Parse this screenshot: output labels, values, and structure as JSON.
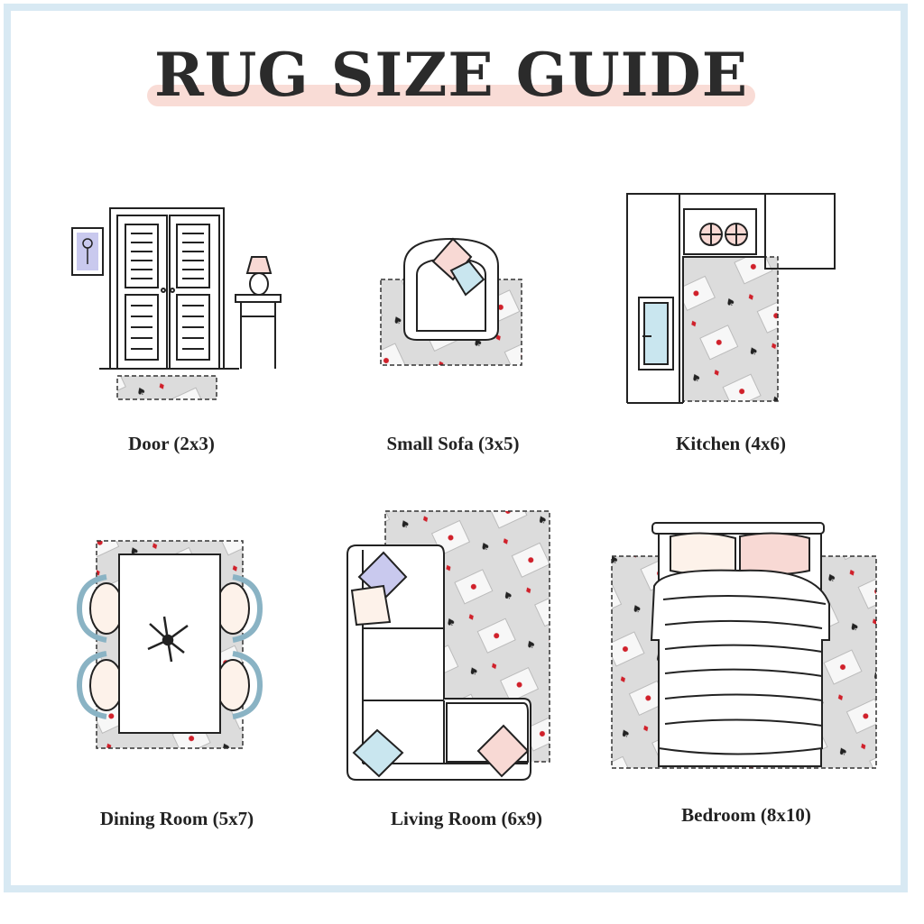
{
  "title": "RUG SIZE GUIDE",
  "colors": {
    "frame": "#d8e9f3",
    "highlight": "#f9dcd6",
    "rug": "#dcdcdc",
    "pillow_blue": "#c9e6ef",
    "pillow_pink": "#f8d9d4",
    "pillow_lavender": "#c9c9ee",
    "accent_red": "#d0202a"
  },
  "rooms": [
    {
      "label": "Door (2x3)",
      "icon": "door-icon"
    },
    {
      "label": "Small Sofa (3x5)",
      "icon": "armchair-icon"
    },
    {
      "label": "Kitchen (4x6)",
      "icon": "kitchen-icon"
    },
    {
      "label": "Dining Room (5x7)",
      "icon": "dining-table-icon"
    },
    {
      "label": "Living Room (6x9)",
      "icon": "sectional-sofa-icon"
    },
    {
      "label": "Bedroom (8x10)",
      "icon": "bed-icon"
    }
  ]
}
